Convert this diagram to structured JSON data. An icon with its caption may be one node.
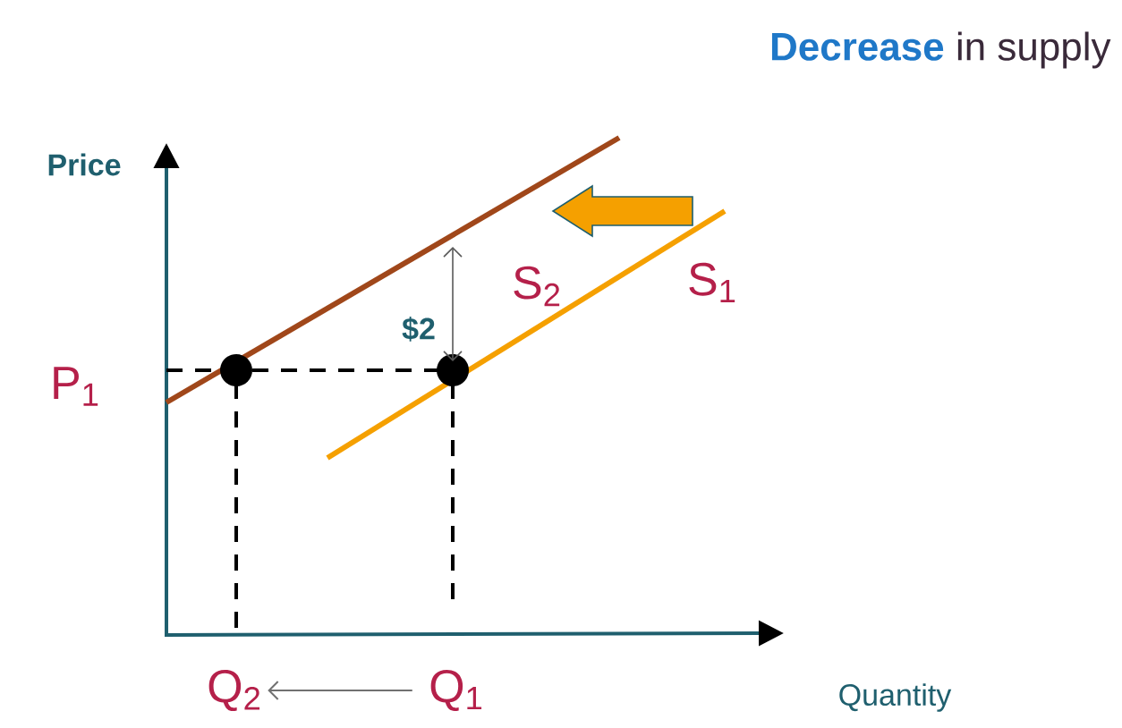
{
  "diagram": {
    "title": "**Decrease** in supply",
    "nodes": [
      {
        "text": [
          "Q$_{2}$"
        ]
      },
      {
        "text": [
          "Q$_{1}$"
        ]
      }
    ],
    "edges": [
      {
        "from": 1,
        "to": 0,
        "arrow": "to",
        "color": "#707070"
      }
    ],
    "labels": [
      "Price",
      "S$_{2}$",
      "S$_{1}$",
      "$2",
      "P$_{1}$",
      "Quantity"
    ]
  }
}
